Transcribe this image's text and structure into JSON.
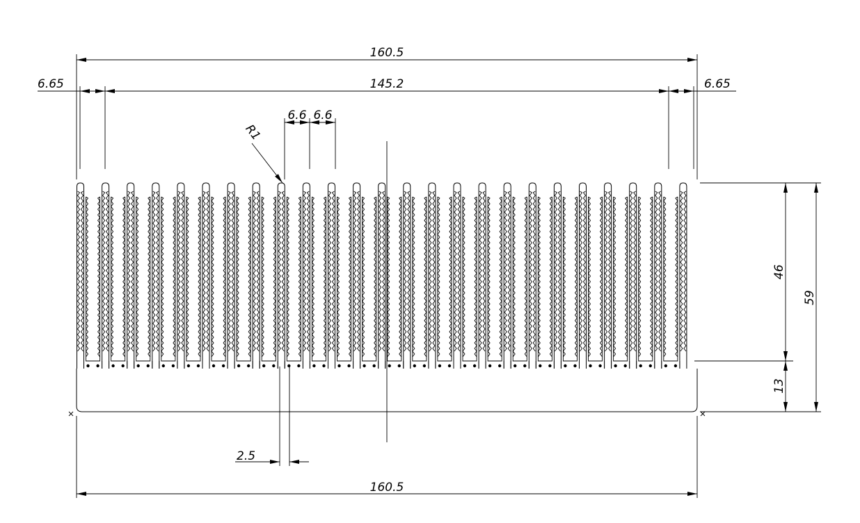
{
  "drawing": {
    "stroke_color": "#000000",
    "background_color": "#ffffff",
    "fin_count": 25,
    "dimensions": {
      "overall_width_top": "160.5",
      "overall_width_bottom": "160.5",
      "fin_span": "145.2",
      "edge_left": "6.65",
      "edge_right": "6.65",
      "pitch_1": "6.6",
      "pitch_2": "6.6",
      "radius": "R1",
      "fin_height": "46",
      "total_height": "59",
      "base_thickness": "13",
      "fin_thickness": "2.5"
    }
  }
}
